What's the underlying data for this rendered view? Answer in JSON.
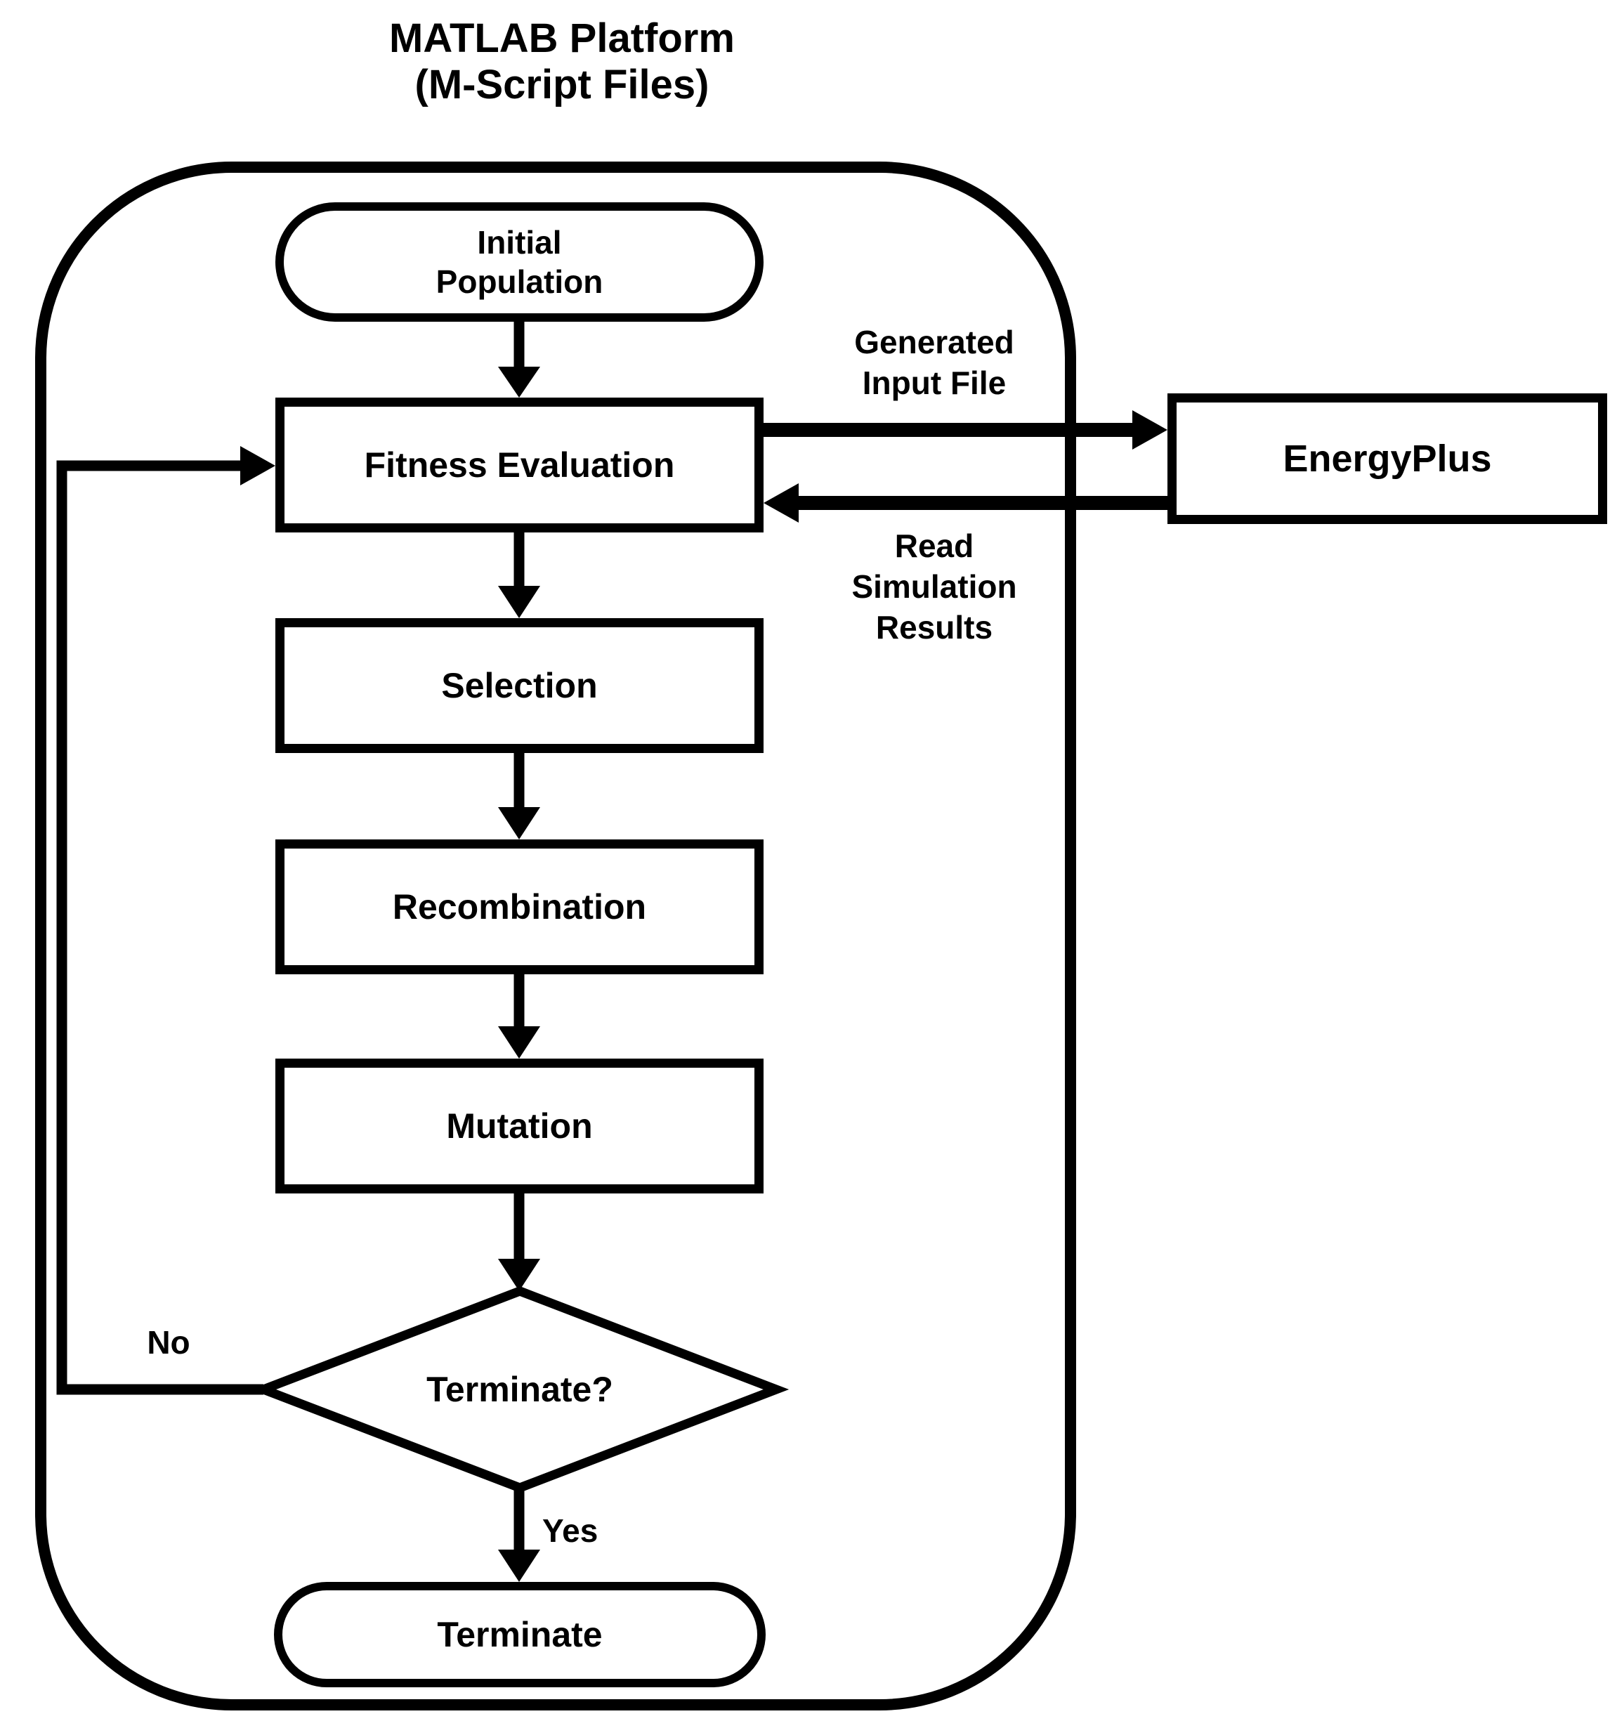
{
  "title": {
    "lines": [
      "MATLAB Platform",
      "(M-Script Files)"
    ]
  },
  "nodes": {
    "initial_population": {
      "lines": [
        "Initial",
        "Population"
      ]
    },
    "fitness_evaluation": {
      "label": "Fitness Evaluation"
    },
    "selection": {
      "label": "Selection"
    },
    "recombination": {
      "label": "Recombination"
    },
    "mutation": {
      "label": "Mutation"
    },
    "terminate_decision": {
      "label": "Terminate?"
    },
    "terminate_end": {
      "label": "Terminate"
    },
    "energyplus": {
      "label": "EnergyPlus"
    }
  },
  "edge_labels": {
    "generated_input_file": {
      "lines": [
        "Generated",
        "Input File"
      ]
    },
    "read_simulation_results": {
      "lines": [
        "Read",
        "Simulation",
        "Results"
      ]
    },
    "no": "No",
    "yes": "Yes"
  },
  "colors": {
    "ink": "#000000",
    "background": "#ffffff"
  }
}
